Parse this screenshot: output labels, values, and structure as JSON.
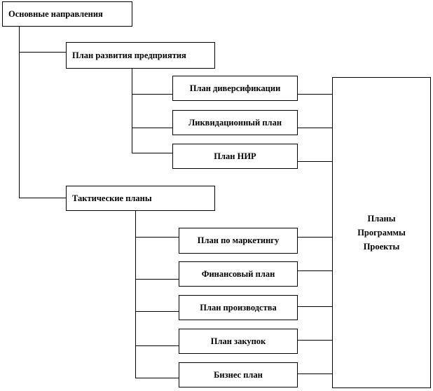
{
  "root": {
    "label": "Основные направления"
  },
  "development": {
    "label": "План развития предприятия",
    "children": [
      "План диверсификации",
      "Ликвидационный план",
      "План НИР"
    ]
  },
  "tactical": {
    "label": "Тактические планы",
    "children": [
      "План по маркетингу",
      "Финансовый план",
      "План производства",
      "План закупок",
      "Бизнес план"
    ]
  },
  "outputs": {
    "lines": [
      "Планы",
      "Программы",
      "Проекты"
    ]
  },
  "colors": {
    "stroke": "#000000",
    "fill": "#ffffff",
    "text": "#000000"
  }
}
